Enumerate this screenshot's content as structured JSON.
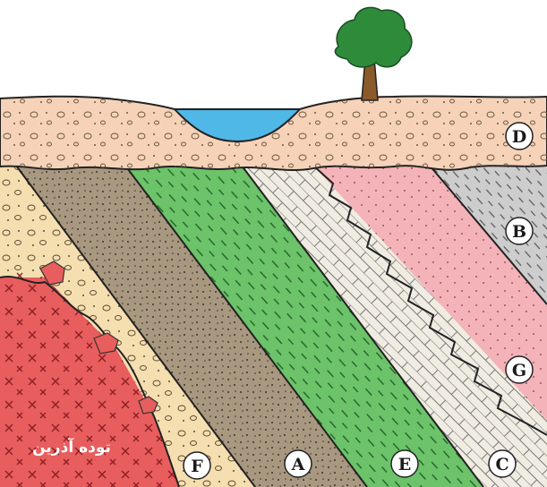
{
  "diagram": {
    "labels": {
      "D": "D",
      "B": "B",
      "G": "G",
      "C": "C",
      "E": "E",
      "A": "A",
      "F": "F"
    },
    "igneous_mass_label": "توده آذرین"
  },
  "colors": {
    "sky": "#ffffff",
    "water": "#4fb8e6",
    "soil": "#f6d3b8",
    "sandstone": "#a89880",
    "green_shale": "#6cc36a",
    "limestone": "#f0ece2",
    "pink_layer": "#f4b3b8",
    "grey_layer": "#cdcdcd",
    "conglomerate": "#f5deb0",
    "igneous": "#e85d5d",
    "tree_crown": "#2e8b3a",
    "tree_trunk": "#8b5a2b"
  }
}
